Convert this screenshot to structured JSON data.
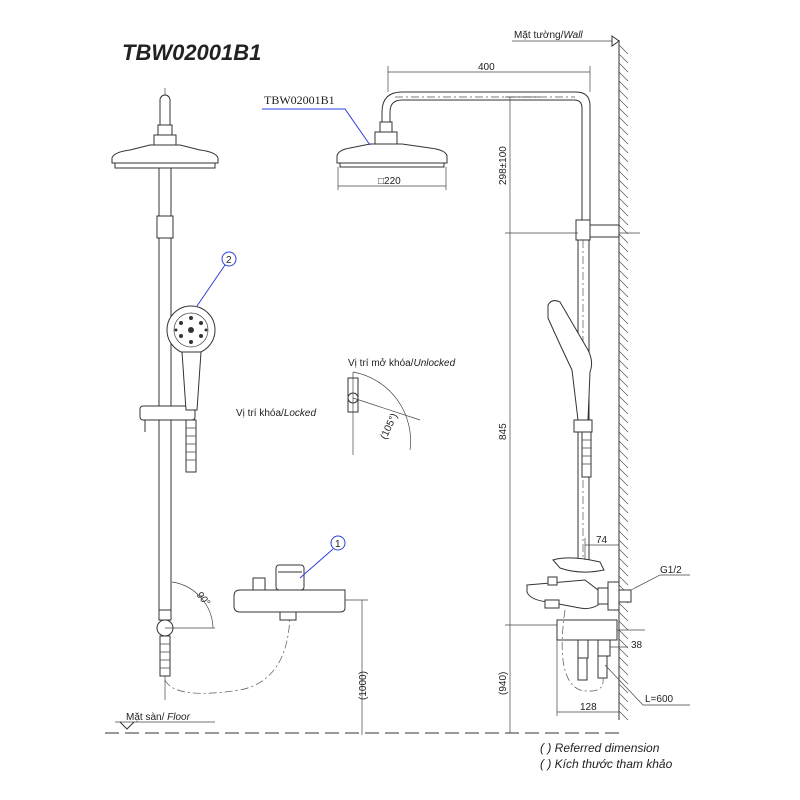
{
  "title": "TBW02001B1",
  "labels": {
    "wall": "Mặt tường/",
    "wall_en": "Wall",
    "floor": "Mặt sàn/ ",
    "floor_en": "Floor",
    "model_callout": "TBW02001B1",
    "unlocked": "Vị trí mở khóa/",
    "unlocked_en": "Unlocked",
    "locked": "Vị trí khóa/",
    "locked_en": "Locked",
    "callout_1": "1",
    "callout_2": "2"
  },
  "dimensions": {
    "arm_length": "400",
    "head_size": "□220",
    "arm_height": "298±100",
    "bar_length": "845",
    "mixer_height_side": "(940)",
    "mixer_height_front": "(1000)",
    "wall_to_bar": "74",
    "thread": "G1/2",
    "outlet": "38",
    "hose": "L=600",
    "mixer_depth": "128",
    "lever_angle": "(105°)",
    "valve_angle": "90°"
  },
  "legend": {
    "line1": "( ) Referred dimension",
    "line2": "( ) Kích thước tham khảo"
  }
}
